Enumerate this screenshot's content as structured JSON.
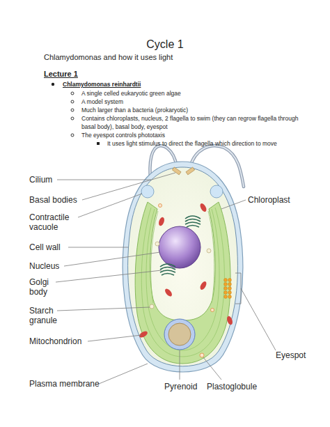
{
  "diagram": {
    "title": "Cycle 1",
    "labels": [
      "Chlamydomonas and how it uses light",
      "Lecture 1",
      "Chlamydomonas reinhardtii",
      "A single celled eukaryotic green algae",
      "A model system",
      "Much larger than a bacteria (prokaryotic)",
      "Contains chloroplasts, nucleus, 2 flagella to swim (they can regrow flagella through basal body), basal body, eyespot",
      "The eyespot controls phototaxis",
      "It uses light stimulus to direct the flagella which direction to move",
      "Cilium",
      "Basal bodies",
      "Contractile vacuole",
      "Cell wall",
      "Nucleus",
      "Golgi body",
      "Starch granule",
      "Mitochondrion",
      "Plasma membrane",
      "Chloroplast",
      "Pyrenoid",
      "Plastoglobule",
      "Eyespot"
    ]
  }
}
